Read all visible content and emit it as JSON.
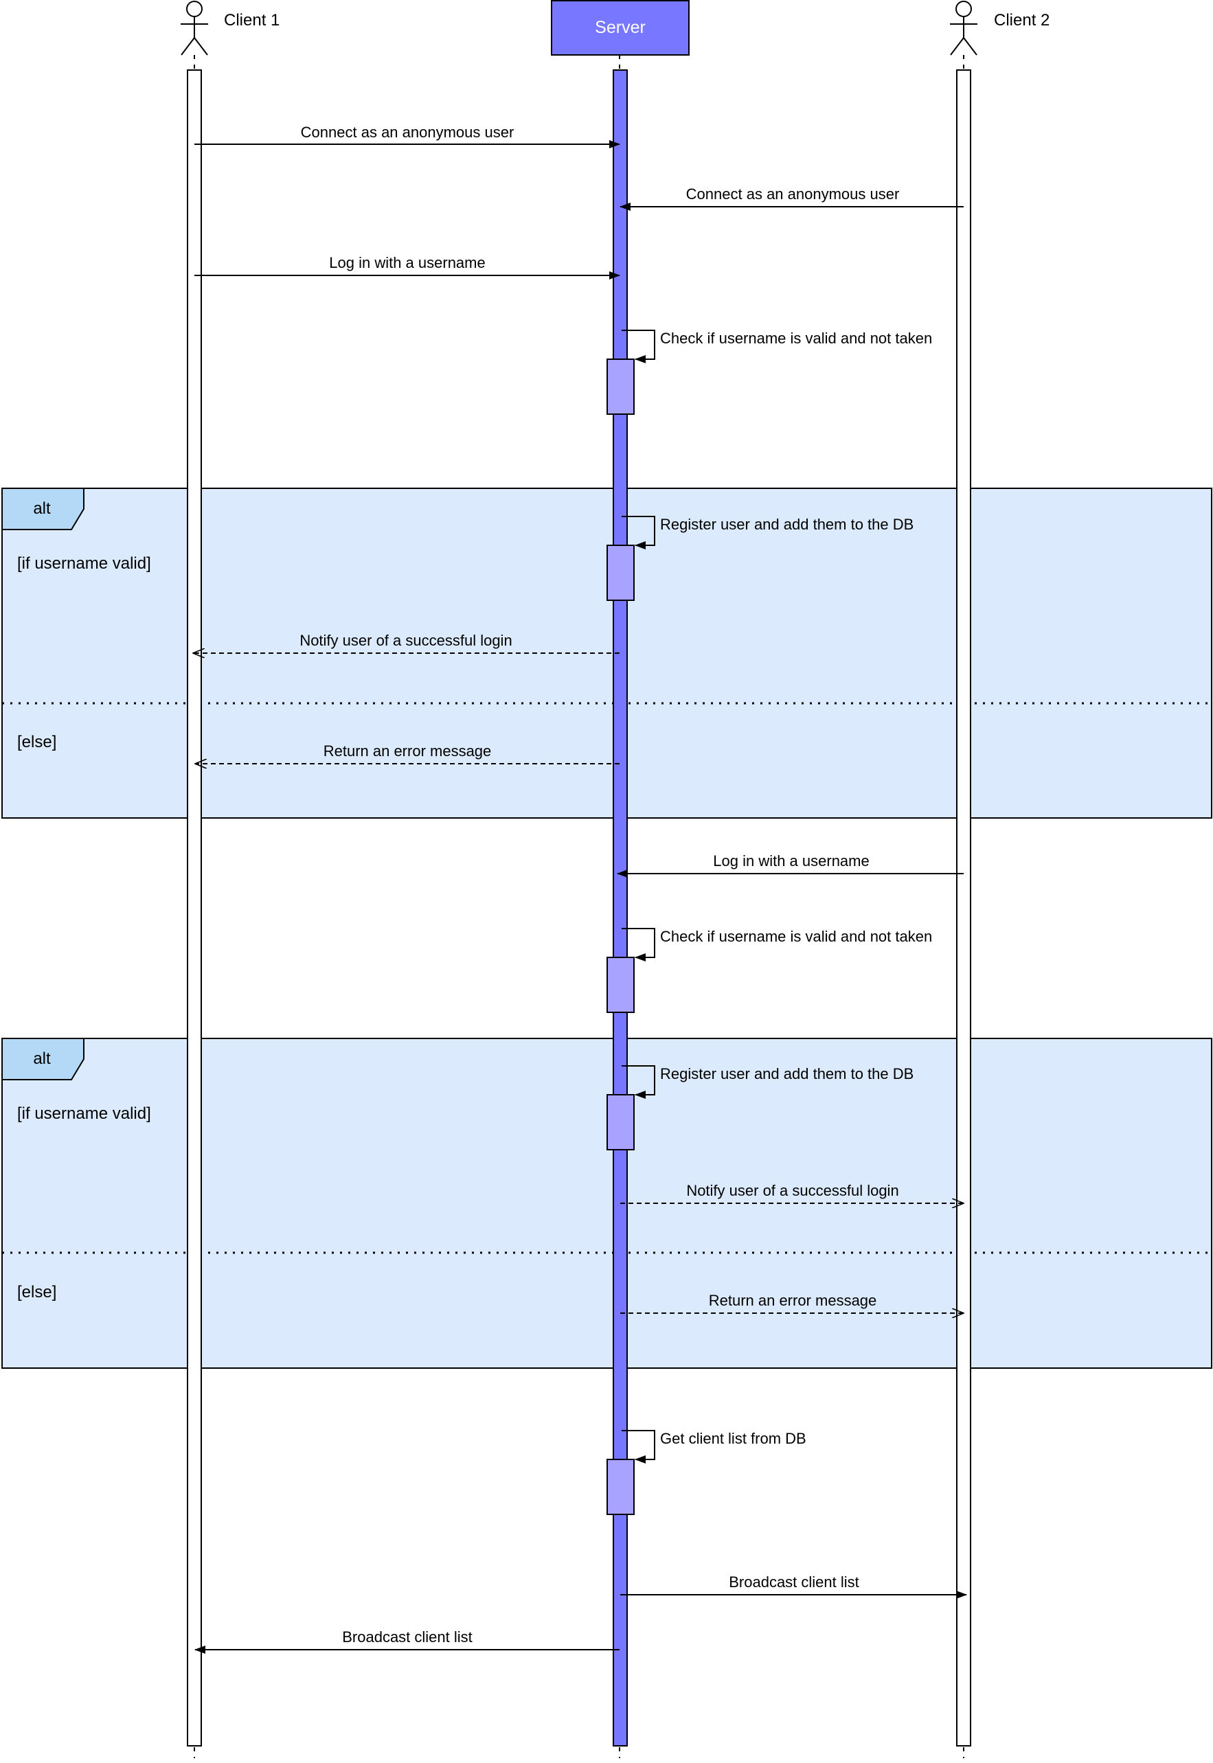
{
  "diagram": {
    "type": "sequence",
    "participants": [
      {
        "id": "client1",
        "kind": "actor",
        "label": "Client 1"
      },
      {
        "id": "server",
        "kind": "box",
        "label": "Server"
      },
      {
        "id": "client2",
        "kind": "actor",
        "label": "Client 2"
      }
    ],
    "messages": [
      {
        "label": "Connect as an anonymous user"
      },
      {
        "label": "Connect as an anonymous user"
      },
      {
        "label": "Log in with a username"
      },
      {
        "label": "Check if username is valid and not taken"
      },
      {
        "label": "Register user and add them to the DB"
      },
      {
        "label": "Notify user of a successful login"
      },
      {
        "label": "Return an error message"
      },
      {
        "label": "Log in with a username"
      },
      {
        "label": "Check if username is valid and not taken"
      },
      {
        "label": "Register user and add them to the DB"
      },
      {
        "label": "Notify user of a successful login"
      },
      {
        "label": "Return an error message"
      },
      {
        "label": "Get client list from DB"
      },
      {
        "label": "Broadcast client list"
      },
      {
        "label": "Broadcast client list"
      }
    ],
    "fragments": [
      {
        "kind": "alt",
        "if_label": "[if username valid]",
        "else_label": "[else]"
      },
      {
        "kind": "alt",
        "if_label": "[if username valid]",
        "else_label": "[else]"
      }
    ]
  },
  "colors": {
    "server_fill": "#7777ff",
    "activation_fill": "#a8a3ff",
    "fragment_fill": "#dbeafc",
    "fragment_tab_fill": "#b3d9f7",
    "line": "#000000"
  }
}
